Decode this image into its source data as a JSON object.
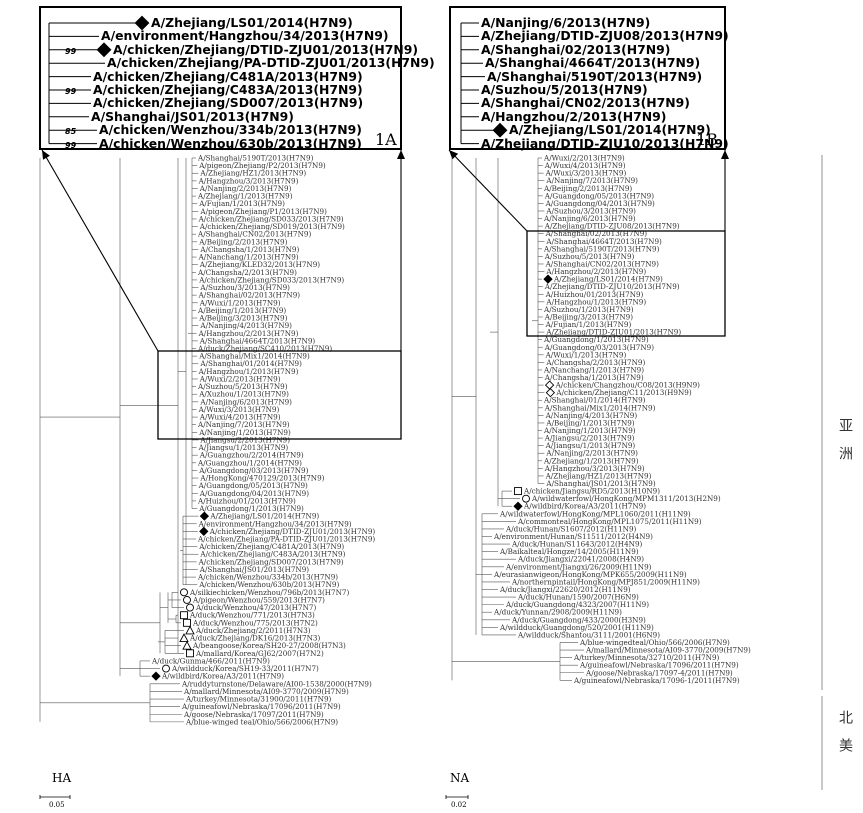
{
  "panels": [
    {
      "id": "HA",
      "tree_label": "HA",
      "scale": "0.05",
      "inset": {
        "label": "1A",
        "lines": [
          {
            "text": "A/Zhejiang/LS01/2014(H7N9)",
            "marker": "filled-diamond",
            "bootstrap": ""
          },
          {
            "text": "A/environment/Hangzhou/34/2013(H7N9)",
            "marker": "",
            "bootstrap": ""
          },
          {
            "text": "A/chicken/Zhejiang/DTID-ZJU01/2013(H7N9)",
            "marker": "filled-diamond",
            "bootstrap": "99"
          },
          {
            "text": "A/chicken/Zhejiang/PA-DTID-ZJU01/2013(H7N9)",
            "marker": "",
            "bootstrap": ""
          },
          {
            "text": "A/chicken/Zhejiang/C481A/2013(H7N9)",
            "marker": "",
            "bootstrap": ""
          },
          {
            "text": "A/chicken/Zhejiang/C483A/2013(H7N9)",
            "marker": "",
            "bootstrap": "99"
          },
          {
            "text": "A/chicken/Zhejiang/SD007/2013(H7N9)",
            "marker": "",
            "bootstrap": ""
          },
          {
            "text": "A/Shanghai/JS01/2013(H7N9)",
            "marker": "",
            "bootstrap": ""
          },
          {
            "text": "A/chicken/Wenzhou/334b/2013(H7N9)",
            "marker": "",
            "bootstrap": "85"
          },
          {
            "text": "A/chicken/Wenzhou/630b/2013(H7N9)",
            "marker": "",
            "bootstrap": "99"
          }
        ]
      },
      "leaves": [
        {
          "t": "A/Shanghai/5190T/2013(H7N9)",
          "m": ""
        },
        {
          "t": "A/pigeon/Zhejiang/P2/2013(H7N9)",
          "m": ""
        },
        {
          "t": "A/Zhejiang/HZ1/2013(H7N9)",
          "m": ""
        },
        {
          "t": "A/Hangzhou/3/2013(H7N9)",
          "m": ""
        },
        {
          "t": "A/Nanjing/2/2013(H7N9)",
          "m": ""
        },
        {
          "t": "A/Zhejiang/1/2013(H7N9)",
          "m": ""
        },
        {
          "t": "A/Fujian/1/2013(H7N9)",
          "m": ""
        },
        {
          "t": "A/pigeon/Zhejiang/P1/2013(H7N9)",
          "m": ""
        },
        {
          "t": "A/chicken/Zhejiang/SD033/2013(H7N9)",
          "m": ""
        },
        {
          "t": "A/chicken/Zhejiang/SD019/2013(H7N9)",
          "m": ""
        },
        {
          "t": "A/Shanghai/CN02/2013(H7N9)",
          "m": ""
        },
        {
          "t": "A/Beijing/2/2013(H7N9)",
          "m": ""
        },
        {
          "t": "A/Changsha/1/2013(H7N9)",
          "m": ""
        },
        {
          "t": "A/Nanchang/1/2013(H7N9)",
          "m": ""
        },
        {
          "t": "A/Zhejiang/KLED32/2013(H7N9)",
          "m": ""
        },
        {
          "t": "A/Changsha/2/2013(H7N9)",
          "m": ""
        },
        {
          "t": "A/chicken/Zhejiang/SD033/2013(H7N9)",
          "m": ""
        },
        {
          "t": "A/Suzhou/3/2013(H7N9)",
          "m": ""
        },
        {
          "t": "A/Shanghai/02/2013(H7N9)",
          "m": ""
        },
        {
          "t": "A/Wuxi/1/2013(H7N9)",
          "m": ""
        },
        {
          "t": "A/Beijing/1/2013(H7N9)",
          "m": ""
        },
        {
          "t": "A/Beijing/3/2013(H7N9)",
          "m": ""
        },
        {
          "t": "A/Nanjing/4/2013(H7N9)",
          "m": ""
        },
        {
          "t": "A/Hangzhou/2/2013(H7N9)",
          "m": ""
        },
        {
          "t": "A/Shanghai/4664T/2013(H7N9)",
          "m": ""
        },
        {
          "t": "A/duck/Zhejiang/SC410/2013(H7N9)",
          "m": ""
        },
        {
          "t": "A/Shanghai/Mix1/2014(H7N9)",
          "m": ""
        },
        {
          "t": "A/Shanghai/01/2014(H7N9)",
          "m": ""
        },
        {
          "t": "A/Hangzhou/1/2013(H7N9)",
          "m": ""
        },
        {
          "t": "A/Wuxi/2/2013(H7N9)",
          "m": ""
        },
        {
          "t": "A/Suzhou/5/2013(H7N9)",
          "m": ""
        },
        {
          "t": "A/Xuzhou/1/2013(H7N9)",
          "m": ""
        },
        {
          "t": "A/Nanjing/6/2013(H7N9)",
          "m": ""
        },
        {
          "t": "A/Wuxi/3/2013(H7N9)",
          "m": ""
        },
        {
          "t": "A/Wuxi/4/2013(H7N9)",
          "m": ""
        },
        {
          "t": "A/Nanjing/7/2013(H7N9)",
          "m": ""
        },
        {
          "t": "A/Nanjing/1/2013(H7N9)",
          "m": ""
        },
        {
          "t": "A/Jiangsu/2/2013(H7N9)",
          "m": ""
        },
        {
          "t": "A/Jiangsu/1/2013(H7N9)",
          "m": ""
        },
        {
          "t": "A/Guangzhou/2/2014(H7N9)",
          "m": ""
        },
        {
          "t": "A/Guangzhou/1/2014(H7N9)",
          "m": ""
        },
        {
          "t": "A/Guangdong/03/2013(H7N9)",
          "m": ""
        },
        {
          "t": "A/HongKong/470129/2013(H7N9)",
          "m": ""
        },
        {
          "t": "A/Guangdong/05/2013(H7N9)",
          "m": ""
        },
        {
          "t": "A/Guangdong/04/2013(H7N9)",
          "m": ""
        },
        {
          "t": "A/Huizhou/01/2013(H7N9)",
          "m": ""
        },
        {
          "t": "A/Guangdong/1/2013(H7N9)",
          "m": ""
        },
        {
          "t": "A/Zhejiang/LS01/2014(H7N9)",
          "m": "filled-diamond"
        },
        {
          "t": "A/environment/Hangzhou/34/2013(H7N9)",
          "m": ""
        },
        {
          "t": "A/chicken/Zhejiang/DTID-ZJU01/2013(H7N9)",
          "m": "filled-diamond"
        },
        {
          "t": "A/chicken/Zhejiang/PA-DTID-ZJU01/2013(H7N9)",
          "m": ""
        },
        {
          "t": "A/chicken/Zhejiang/C481A/2013(H7N9)",
          "m": ""
        },
        {
          "t": "A/chicken/Zhejiang/C483A/2013(H7N9)",
          "m": ""
        },
        {
          "t": "A/chicken/Zhejiang/SD007/2013(H7N9)",
          "m": ""
        },
        {
          "t": "A/Shanghai/JS01/2013(H7N9)",
          "m": ""
        },
        {
          "t": "A/chicken/Wenzhou/334b/2013(H7N9)",
          "m": ""
        },
        {
          "t": "A/chicken/Wenzhou/630b/2013(H7N9)",
          "m": ""
        },
        {
          "t": "A/silkiechicken/Wenzhou/796b/2013(H7N7)",
          "m": "circle"
        },
        {
          "t": "A/pigeon/Wenzhou/559/2013(H7N7)",
          "m": "circle"
        },
        {
          "t": "A/duck/Wenzhou/47/2013(H7N7)",
          "m": "circle"
        },
        {
          "t": "A/duck/Wenzhou/771/2013(H7N3)",
          "m": "square"
        },
        {
          "t": "A/duck/Wenzhou/775/2013(H7N2)",
          "m": "square"
        },
        {
          "t": "A/duck/Zhejiang/2/2011(H7N3)",
          "m": "triangle"
        },
        {
          "t": "A/duck/Zhejiang/DK16/2013(H7N3)",
          "m": "triangle"
        },
        {
          "t": "A/beangoose/Korea/SH20-27/2008(H7N3)",
          "m": "triangle"
        },
        {
          "t": "A/mallard/Korea/GJ62/2007(H7N2)",
          "m": "square"
        },
        {
          "t": "A/duck/Gunma/466/2011(H7N9)",
          "m": ""
        },
        {
          "t": "A/wildduck/Korea/SH19-33/2011(H7N7)",
          "m": "circle"
        },
        {
          "t": "A/wildbird/Korea/A3/2011(H7N9)",
          "m": "filled-diamond"
        },
        {
          "t": "A/ruddyturnstone/Delaware/AI00-1538/2000(H7N9)",
          "m": ""
        },
        {
          "t": "A/mallard/Minnesota/AI09-3770/2009(H7N9)",
          "m": ""
        },
        {
          "t": "A/turkey/Minnesota/31900/2011(H7N9)",
          "m": ""
        },
        {
          "t": "A/guineafowl/Nebraska/17096/2011(H7N9)",
          "m": ""
        },
        {
          "t": "A/goose/Nebraska/17097/2011(H7N9)",
          "m": ""
        },
        {
          "t": "A/blue-winged teal/Ohio/566/2006(H7N9)",
          "m": ""
        }
      ]
    },
    {
      "id": "NA",
      "tree_label": "NA",
      "scale": "0.02",
      "inset": {
        "label": "1B",
        "lines": [
          {
            "text": "A/Nanjing/6/2013(H7N9)",
            "marker": "",
            "bootstrap": ""
          },
          {
            "text": "A/Zhejiang/DTID-ZJU08/2013(H7N9)",
            "marker": "",
            "bootstrap": ""
          },
          {
            "text": "A/Shanghai/02/2013(H7N9)",
            "marker": "",
            "bootstrap": ""
          },
          {
            "text": "A/Shanghai/4664T/2013(H7N9)",
            "marker": "",
            "bootstrap": ""
          },
          {
            "text": "A/Shanghai/5190T/2013(H7N9)",
            "marker": "",
            "bootstrap": ""
          },
          {
            "text": "A/Suzhou/5/2013(H7N9)",
            "marker": "",
            "bootstrap": ""
          },
          {
            "text": "A/Shanghai/CN02/2013(H7N9)",
            "marker": "",
            "bootstrap": ""
          },
          {
            "text": "A/Hangzhou/2/2013(H7N9)",
            "marker": "",
            "bootstrap": ""
          },
          {
            "text": "A/Zhejiang/LS01/2014(H7N9)",
            "marker": "filled-diamond",
            "bootstrap": ""
          },
          {
            "text": "A/Zhejiang/DTID-ZJU10/2013(H7N9)",
            "marker": "",
            "bootstrap": ""
          }
        ]
      },
      "leaves": [
        {
          "t": "A/Wuxi/2/2013(H7N9)",
          "m": ""
        },
        {
          "t": "A/Wuxi/4/2013(H7N9)",
          "m": ""
        },
        {
          "t": "A/Wuxi/3/2013(H7N9)",
          "m": ""
        },
        {
          "t": "A/Nanjing/7/2013(H7N9)",
          "m": ""
        },
        {
          "t": "A/Beijing/2/2013(H7N9)",
          "m": ""
        },
        {
          "t": "A/Guangdong/05/2013(H7N9)",
          "m": ""
        },
        {
          "t": "A/Guangdong/04/2013(H7N9)",
          "m": ""
        },
        {
          "t": "A/Suzhou/3/2013(H7N9)",
          "m": ""
        },
        {
          "t": "A/Nanjing/6/2013(H7N9)",
          "m": ""
        },
        {
          "t": "A/Zhejiang/DTID-ZJU08/2013(H7N9)",
          "m": ""
        },
        {
          "t": "A/Shanghai/02/2013(H7N9)",
          "m": ""
        },
        {
          "t": "A/Shanghai/4664T/2013(H7N9)",
          "m": ""
        },
        {
          "t": "A/Shanghai/5190T/2013(H7N9)",
          "m": ""
        },
        {
          "t": "A/Suzhou/5/2013(H7N9)",
          "m": ""
        },
        {
          "t": "A/Shanghai/CN02/2013(H7N9)",
          "m": ""
        },
        {
          "t": "A/Hangzhou/2/2013(H7N9)",
          "m": ""
        },
        {
          "t": "A/Zhejiang/LS01/2014(H7N9)",
          "m": "filled-diamond"
        },
        {
          "t": "A/Zhejiang/DTID-ZJU10/2013(H7N9)",
          "m": ""
        },
        {
          "t": "A/Huizhou/01/2013(H7N9)",
          "m": ""
        },
        {
          "t": "A/Hangzhou/1/2013(H7N9)",
          "m": ""
        },
        {
          "t": "A/Suzhou/1/2013(H7N9)",
          "m": ""
        },
        {
          "t": "A/Beijing/3/2013(H7N9)",
          "m": ""
        },
        {
          "t": "A/Fujian/1/2013(H7N9)",
          "m": ""
        },
        {
          "t": "A/Zhejiang/DTID-ZJU01/2013(H7N9)",
          "m": ""
        },
        {
          "t": "A/Guangdong/1/2013(H7N9)",
          "m": ""
        },
        {
          "t": "A/Guangdong/03/2013(H7N9)",
          "m": ""
        },
        {
          "t": "A/Wuxi/1/2013(H7N9)",
          "m": ""
        },
        {
          "t": "A/Changsha/2/2013(H7N9)",
          "m": ""
        },
        {
          "t": "A/Nanchang/1/2013(H7N9)",
          "m": ""
        },
        {
          "t": "A/Changsha/1/2013(H7N9)",
          "m": ""
        },
        {
          "t": "A/chicken/Changzhou/C08/2013(H9N9)",
          "m": "diamond"
        },
        {
          "t": "A/chicken/Zhejiang/C11/2013(H9N9)",
          "m": "diamond"
        },
        {
          "t": "A/Shanghai/01/2014(H7N9)",
          "m": ""
        },
        {
          "t": "A/Shanghai/Mix1/2014(H7N9)",
          "m": ""
        },
        {
          "t": "A/Nanjing/4/2013(H7N9)",
          "m": ""
        },
        {
          "t": "A/Beijing/1/2013(H7N9)",
          "m": ""
        },
        {
          "t": "A/Nanjing/1/2013(H7N9)",
          "m": ""
        },
        {
          "t": "A/Jiangsu/2/2013(H7N9)",
          "m": ""
        },
        {
          "t": "A/Jiangsu/1/2013(H7N9)",
          "m": ""
        },
        {
          "t": "A/Nanjing/2/2013(H7N9)",
          "m": ""
        },
        {
          "t": "A/Zhejiang/1/2013(H7N9)",
          "m": ""
        },
        {
          "t": "A/Hangzhou/3/2013(H7N9)",
          "m": ""
        },
        {
          "t": "A/Zhejiang/HZ1/2013(H7N9)",
          "m": ""
        },
        {
          "t": "A/Shanghai/JS01/2013(H7N9)",
          "m": ""
        },
        {
          "t": "A/chicken/Jiangsu/RD5/2013(H10N9)",
          "m": "square"
        },
        {
          "t": "A/wildwaterfowl/HongKong/MPM1311/2013(H2N9)",
          "m": "circle"
        },
        {
          "t": "A/wildbird/Korea/A3/2011(H7N9)",
          "m": "filled-diamond"
        },
        {
          "t": "A/wildwaterfowl/HongKong/MPL1060/2011(H11N9)",
          "m": ""
        },
        {
          "t": "A/commonteal/HongKong/MPL1075/2011(H11N9)",
          "m": ""
        },
        {
          "t": "A/duck/Hunan/S1607/2012(H11N9)",
          "m": ""
        },
        {
          "t": "A/environment/Hunan/S11511/2012(H4N9)",
          "m": ""
        },
        {
          "t": "A/duck/Hunan/S11643/2012(H4N9)",
          "m": ""
        },
        {
          "t": "A/Baikalteal/Hongze/14/2005(H11N9)",
          "m": ""
        },
        {
          "t": "A/duck/Jiangxi/22041/2008(H4N9)",
          "m": ""
        },
        {
          "t": "A/environment/Jiangxi/26/2009(H11N9)",
          "m": ""
        },
        {
          "t": "A/eurasianwigeon/HongKong/MPK655/2009(H11N9)",
          "m": ""
        },
        {
          "t": "A/northernpintail/HongKong/MPJ851/2009(H11N9)",
          "m": ""
        },
        {
          "t": "A/duck/Jiangxi/22620/2012(H11N9)",
          "m": ""
        },
        {
          "t": "A/duck/Hunan/1590/2007(H6N9)",
          "m": ""
        },
        {
          "t": "A/duck/Guangdong/4323/2007(H11N9)",
          "m": ""
        },
        {
          "t": "A/duck/Yunnan/2908/2009(H11N9)",
          "m": ""
        },
        {
          "t": "A/duck/Guangdong/433/2000(H3N9)",
          "m": ""
        },
        {
          "t": "A/wildduck/Guangdong/520/2001(H11N9)",
          "m": ""
        },
        {
          "t": "A/wildduck/Shantou/3111/2001(H6N9)",
          "m": ""
        },
        {
          "t": "A/blue-wingedteal/Ohio/566/2006(H7N9)",
          "m": ""
        },
        {
          "t": "A/mallard/Minnesota/AI09-3770/2009(H7N9)",
          "m": ""
        },
        {
          "t": "A/turkey/Minnesota/32710/2011(H7N9)",
          "m": ""
        },
        {
          "t": "A/guineafowl/Nebraska/17096/2011(H7N9)",
          "m": ""
        },
        {
          "t": "A/goose/Nebraska/17097-4/2011(H7N9)",
          "m": ""
        },
        {
          "t": "A/guineafowl/Nebraska/17096-1/2011(H7N9)",
          "m": ""
        }
      ],
      "regions": [
        "亚洲",
        "北美"
      ]
    }
  ]
}
